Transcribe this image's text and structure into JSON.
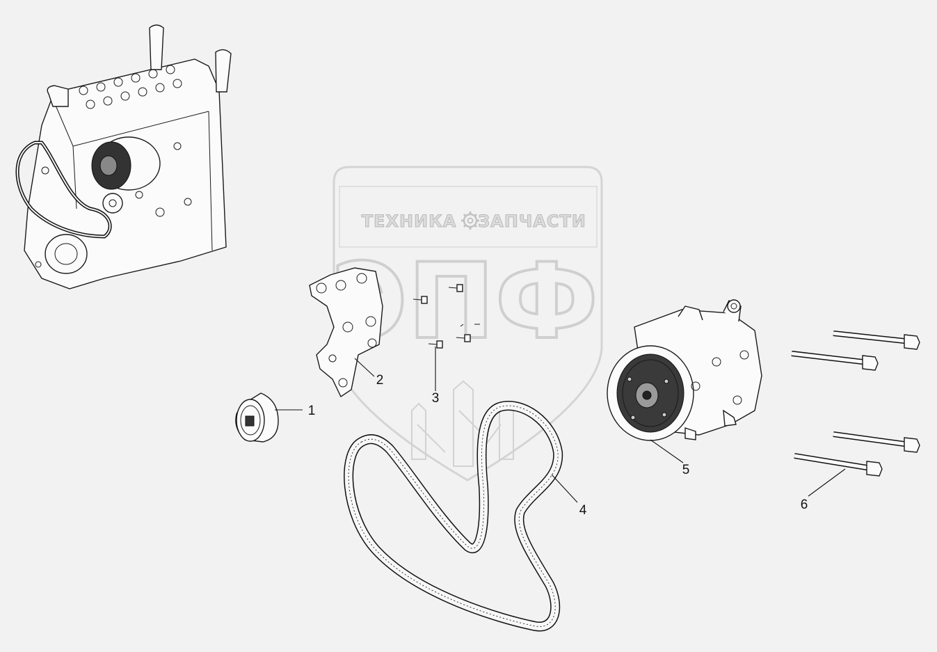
{
  "watermark": {
    "brand_left": "ТЕХНИКА",
    "brand_right": "ЗАПЧАСТИ",
    "logo": "ЭПФ",
    "gear": "gear-icon"
  },
  "callouts": [
    "1",
    "2",
    "3",
    "4",
    "5",
    "6"
  ],
  "parts": [
    {
      "name": "tensioner-pulley-1",
      "ref": "1"
    },
    {
      "name": "bracket-2",
      "ref": "2"
    },
    {
      "name": "bolts-3",
      "ref": "3"
    },
    {
      "name": "poly-v-belt-4",
      "ref": "4"
    },
    {
      "name": "ac-compressor-5",
      "ref": "5"
    },
    {
      "name": "long-bolts-6",
      "ref": "6"
    }
  ]
}
